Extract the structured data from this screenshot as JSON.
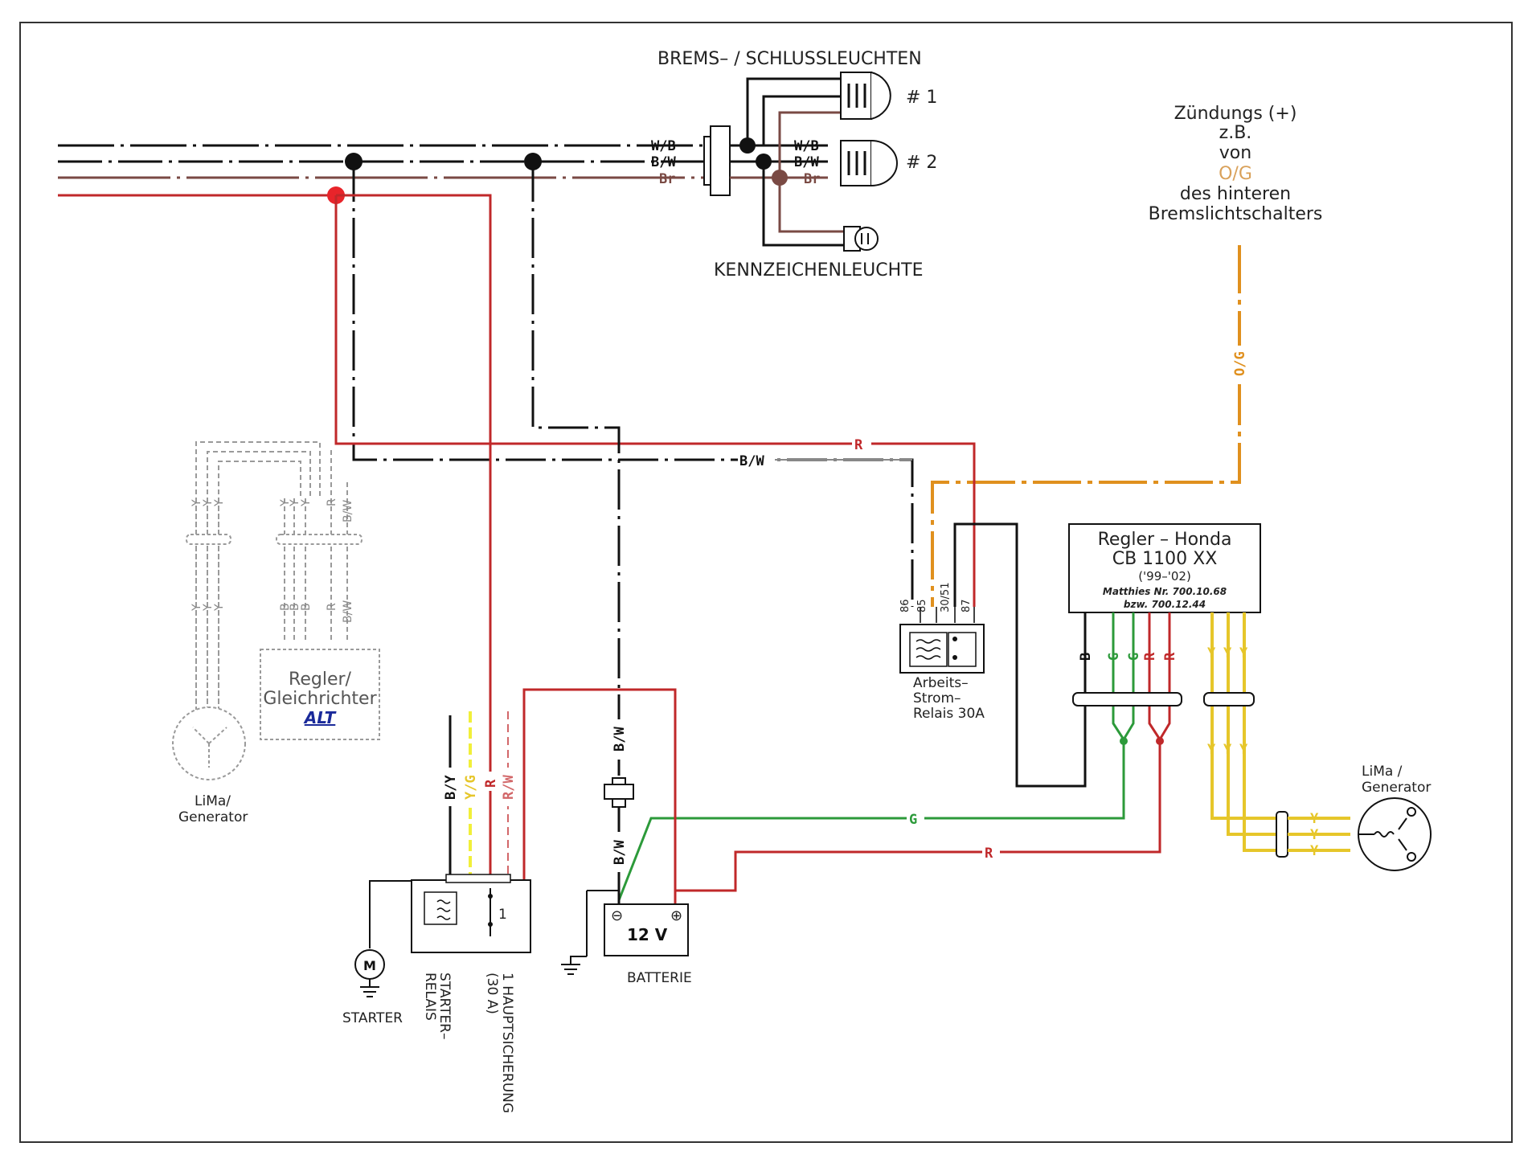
{
  "colors": {
    "black": "#111111",
    "red": "#c0282a",
    "red_dot": "#e8242a",
    "brown": "#7a4a44",
    "orange": "#e0901e",
    "orange_label": "#d9a15a",
    "green": "#2c9a3a",
    "yellow": "#e6c62a",
    "bright_yellow": "#f1ef3a",
    "grey": "#9a9a9a",
    "blue": "#1a2a9a"
  },
  "titles": {
    "brake_lights": "BREMS–  /  SCHLUSSLEUCHTEN",
    "lamp1": "# 1",
    "lamp2": "# 2",
    "plate_light": "KENNZEICHENLEUCHTE"
  },
  "ignition_note": {
    "line1": "Zündungs (+)",
    "line2": "z.B.",
    "line3": "von",
    "line4": "O/G",
    "line5": "des hinteren",
    "line6": "Bremslichtschalters"
  },
  "wire_labels": {
    "wb": "W/B",
    "bw": "B/W",
    "br": "Br",
    "r": "R",
    "og": "O/G",
    "g": "G",
    "b": "B",
    "y": "Y",
    "by": "B/Y",
    "yg": "Y/G",
    "rw": "R/W"
  },
  "relay": {
    "pins": [
      "86",
      "85",
      "30/51",
      "87"
    ],
    "line1": "Arbeits–",
    "line2": "Strom–",
    "line3": "Relais 30A"
  },
  "new_regulator": {
    "line1": "Regler  –  Honda",
    "line2": "CB 1100 XX",
    "line3": "('99–'02)",
    "line4": "Matthies Nr. 700.10.68",
    "line5": "bzw. 700.12.44"
  },
  "old_regulator": {
    "line1": "Regler/",
    "line2": "Gleichrichter",
    "line3": "ALT"
  },
  "old_generator": {
    "line1": "LiMa/",
    "line2": "Generator"
  },
  "new_generator": {
    "line1": "LiMa /",
    "line2": "Generator"
  },
  "battery": {
    "label": "12 V",
    "minus": "⊖",
    "plus": "⊕",
    "name": "BATTERIE"
  },
  "starter": {
    "motor": "M",
    "name": "STARTER"
  },
  "starter_relay": {
    "fuse_num": "1",
    "line1": "STARTER–",
    "line2": "RELAIS"
  },
  "main_fuse": {
    "line1": "1 HAUPTSICHERUNG",
    "line2": "(30 A)"
  }
}
